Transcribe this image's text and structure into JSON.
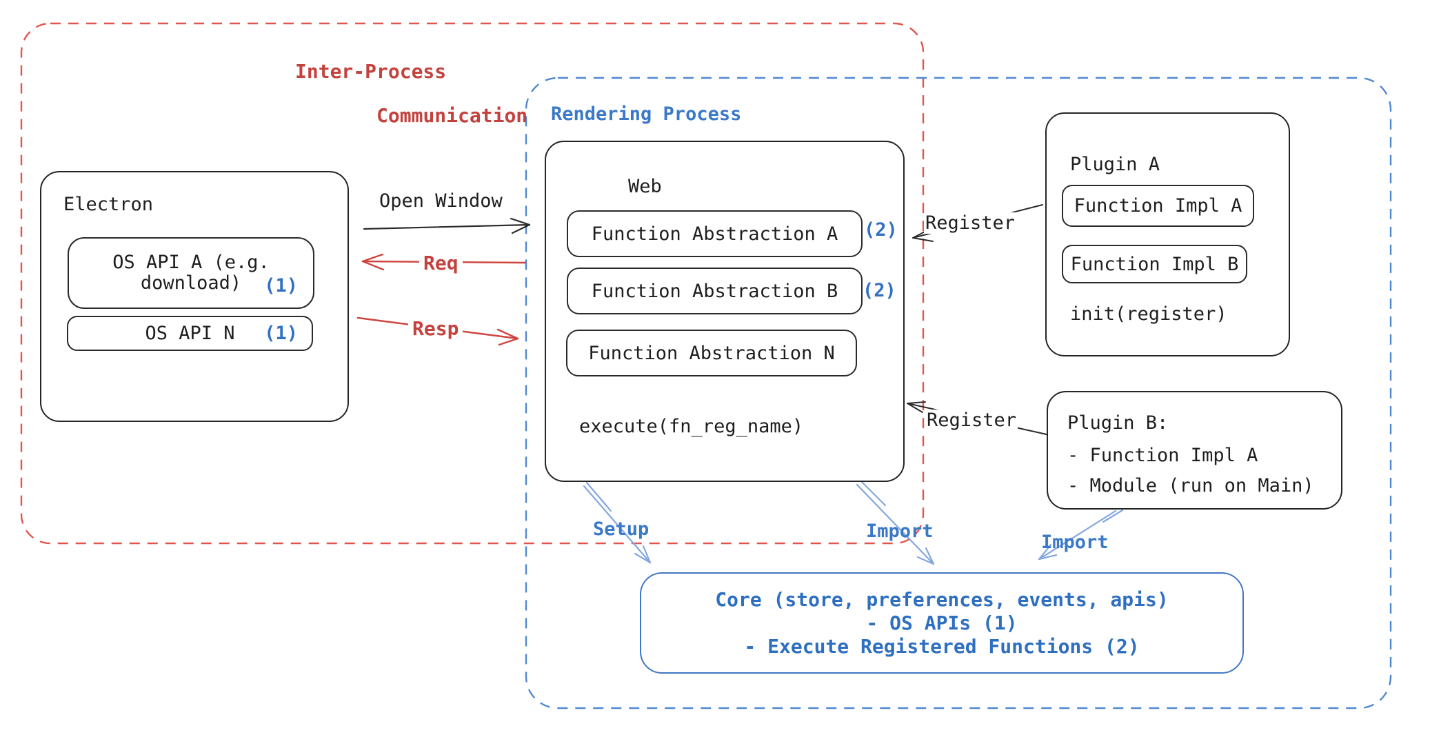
{
  "regions": {
    "ipc": {
      "label_line1": "Inter-Process",
      "label_line2": "Communication"
    },
    "rendering": {
      "label": "Rendering Process"
    }
  },
  "electron": {
    "title": "Electron",
    "os_api_a_line1": "OS API A (e.g.",
    "os_api_a_line2": "download)",
    "os_api_a_badge": "(1)",
    "os_api_n_label": "OS API N",
    "os_api_n_badge": "(1)"
  },
  "web": {
    "title": "Web",
    "fn_a_label": "Function Abstraction A",
    "fn_a_badge": "(2)",
    "fn_b_label": "Function Abstraction B",
    "fn_b_badge": "(2)",
    "fn_n_label": "Function Abstraction N",
    "execute_label": "execute(fn_reg_name)"
  },
  "plugin_a": {
    "title": "Plugin A",
    "impl_a_label": "Function Impl A",
    "impl_b_label": "Function Impl B",
    "init_label": "init(register)"
  },
  "plugin_b": {
    "title": "Plugin B:",
    "item_1": "- Function Impl A",
    "item_2": "- Module (run on Main)"
  },
  "core": {
    "line1": "Core (store, preferences, events, apis)",
    "line2": "- OS APIs (1)",
    "line3": "- Execute Registered Functions (2)"
  },
  "arrows": {
    "open_window_label": "Open Window",
    "req_label": "Req",
    "resp_label": "Resp",
    "register_a_label": "Register",
    "register_b_label": "Register",
    "setup_label": "Setup",
    "import_web_label": "Import",
    "import_plugin_b_label": "Import"
  },
  "colors": {
    "red_text": "#c4423e",
    "red_dash": "#e0564f",
    "red_arrow": "#d0443f",
    "blue_text": "#3a78c8",
    "blue_dark_text": "#2e6fc0",
    "blue_dash": "#4f88d2",
    "light_blue_arrow": "#84a7e0",
    "badge_blue": "#3270c4",
    "black": "#1e1e1e"
  }
}
